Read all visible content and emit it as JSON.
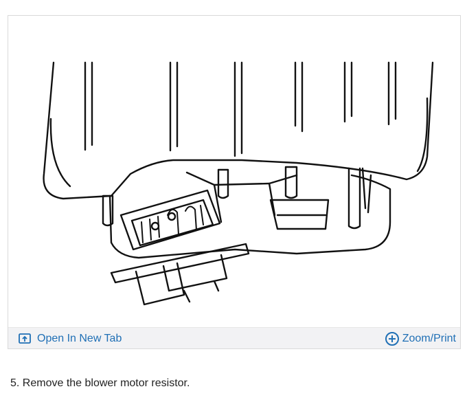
{
  "figure": {
    "open_tab_label": "Open In New Tab",
    "zoom_label": "Zoom/Print",
    "open_tab_icon": "open-new-tab-icon",
    "zoom_icon": "plus-circle-icon",
    "link_color": "#1f6fb5"
  },
  "instruction": {
    "text": "5. Remove the blower motor resistor."
  }
}
